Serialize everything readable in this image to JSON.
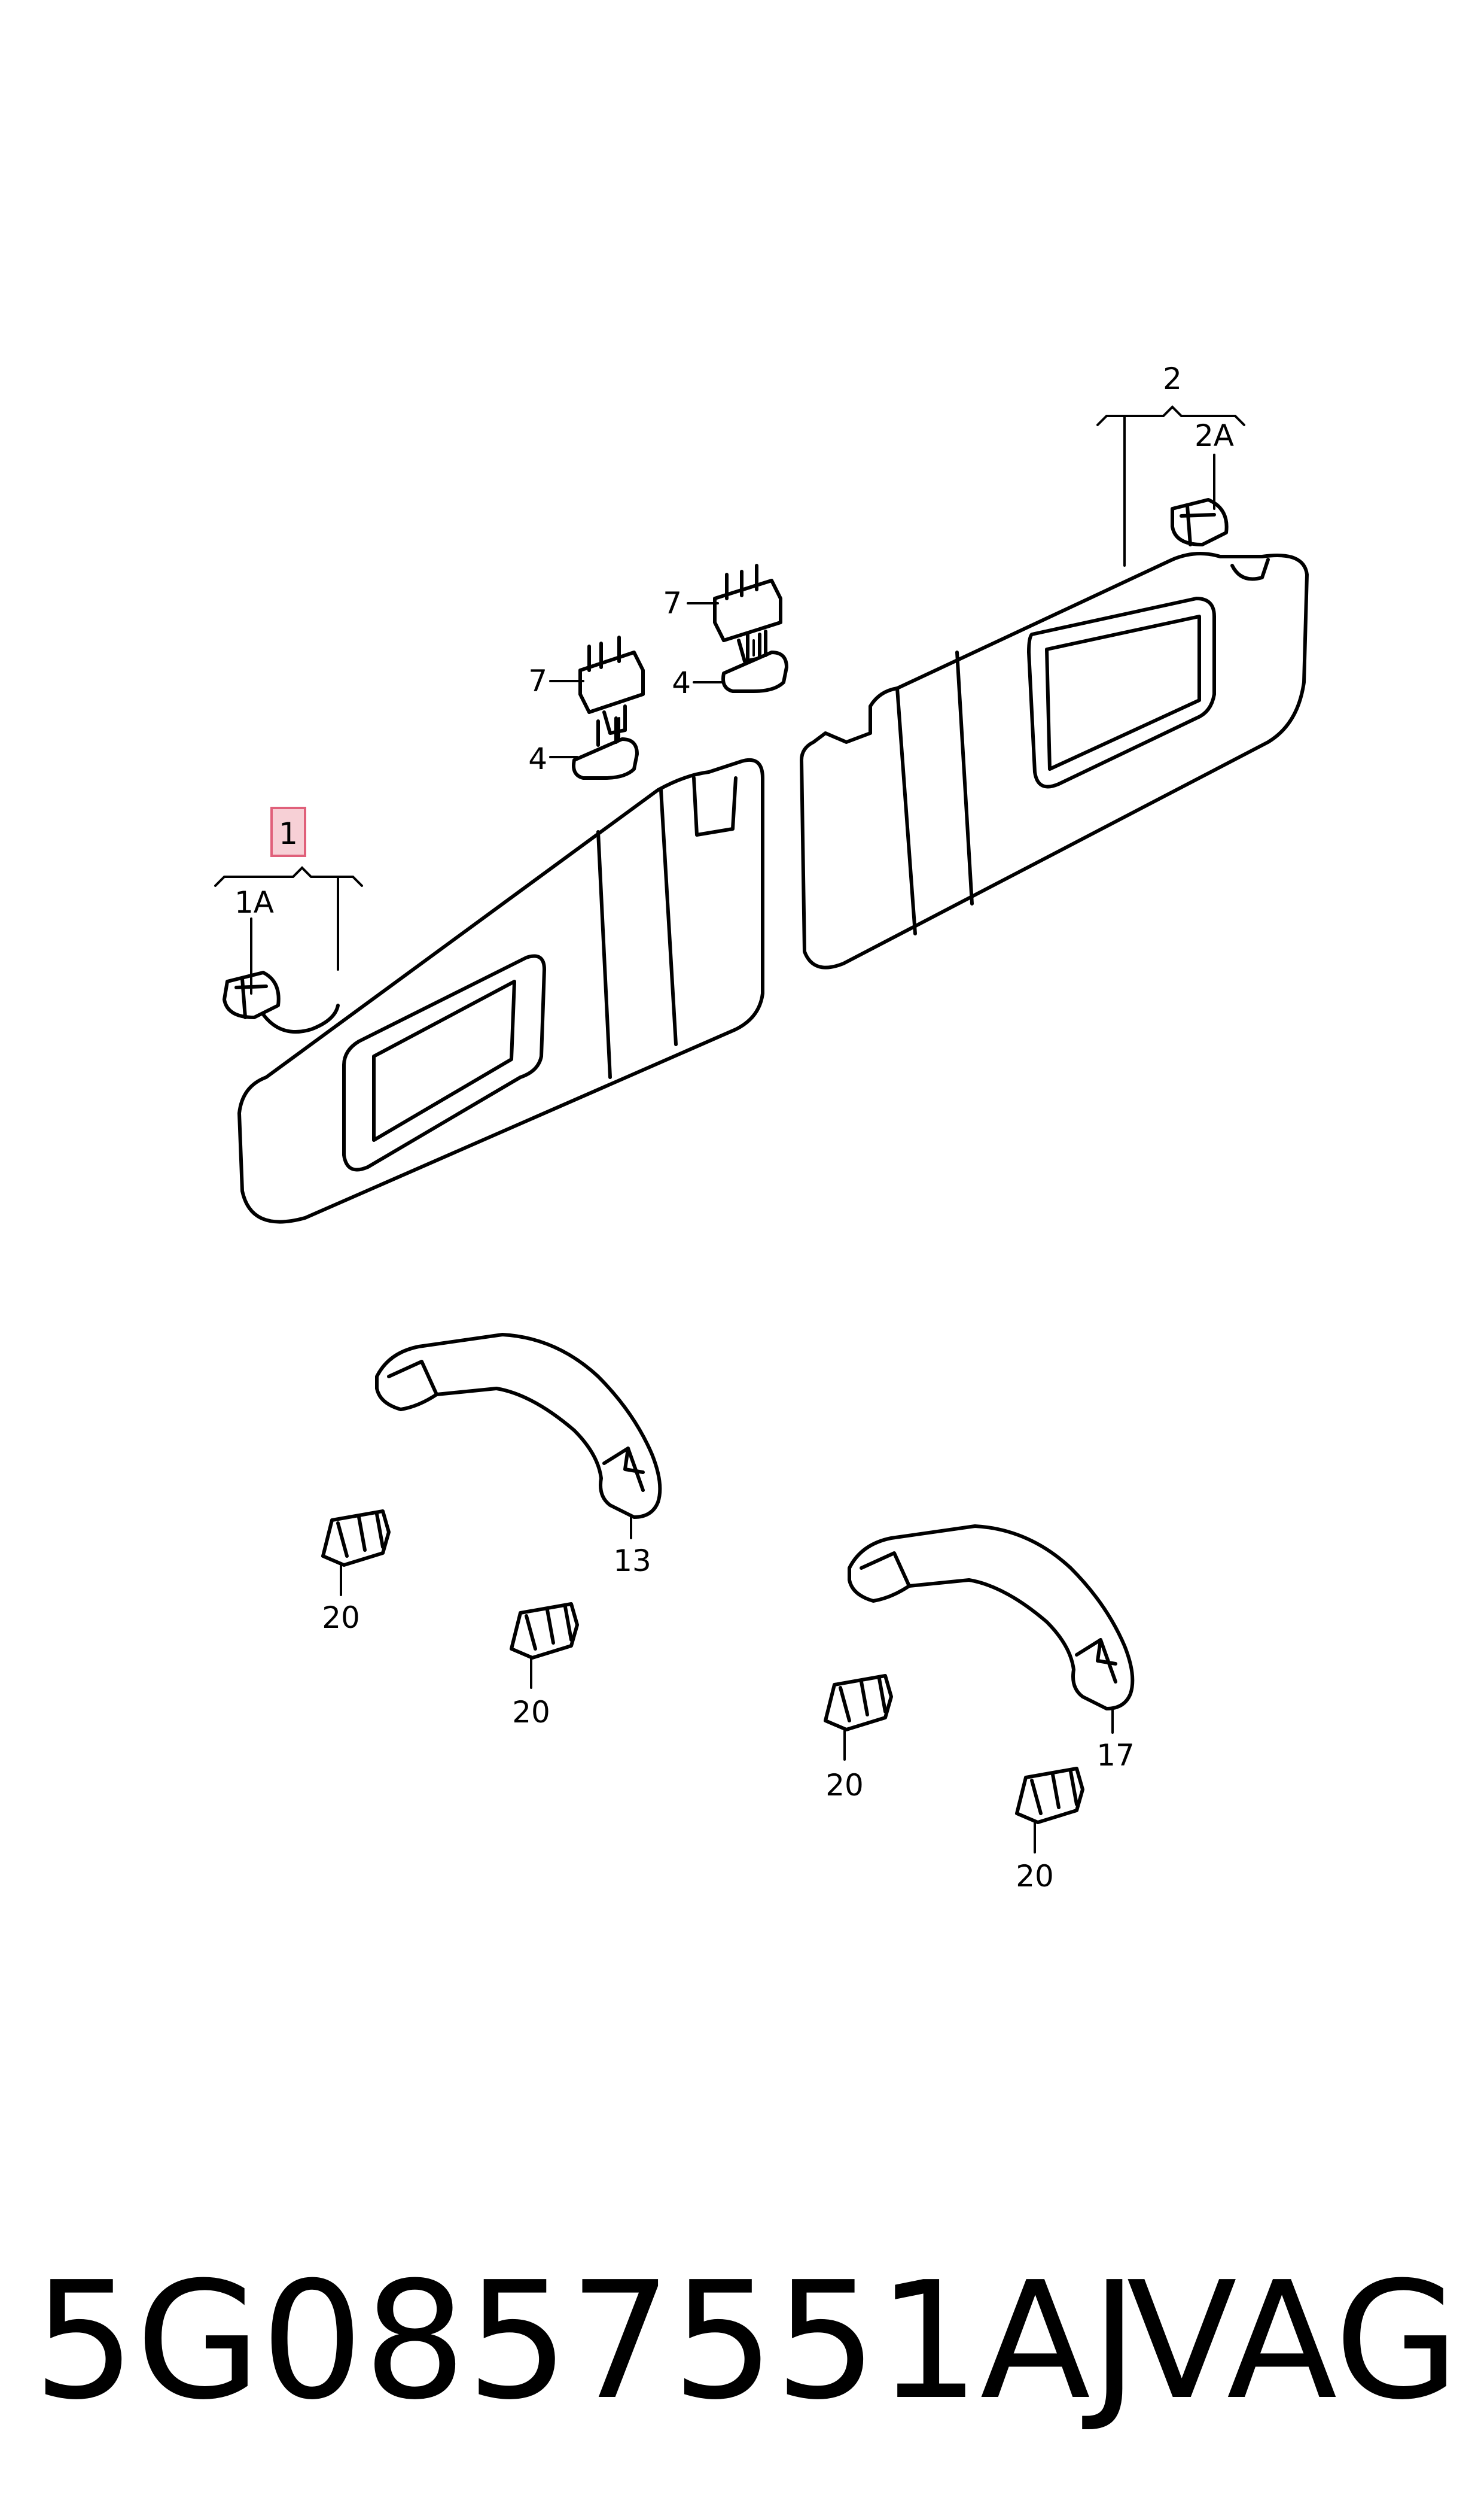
{
  "callouts": {
    "c1": "1",
    "c1a": "1A",
    "c2": "2",
    "c2a": "2A",
    "c7a": "7",
    "c7b": "7",
    "c4a": "4",
    "c4b": "4",
    "c13": "13",
    "c17": "17",
    "c20a": "20",
    "c20b": "20",
    "c20c": "20",
    "c20d": "20"
  },
  "footer": {
    "part_number": "5G0857551AJ",
    "brand": "VAG"
  },
  "colors": {
    "line": "#000000",
    "highlight_fill": "#f7d0d6",
    "highlight_stroke": "#e0607a"
  }
}
